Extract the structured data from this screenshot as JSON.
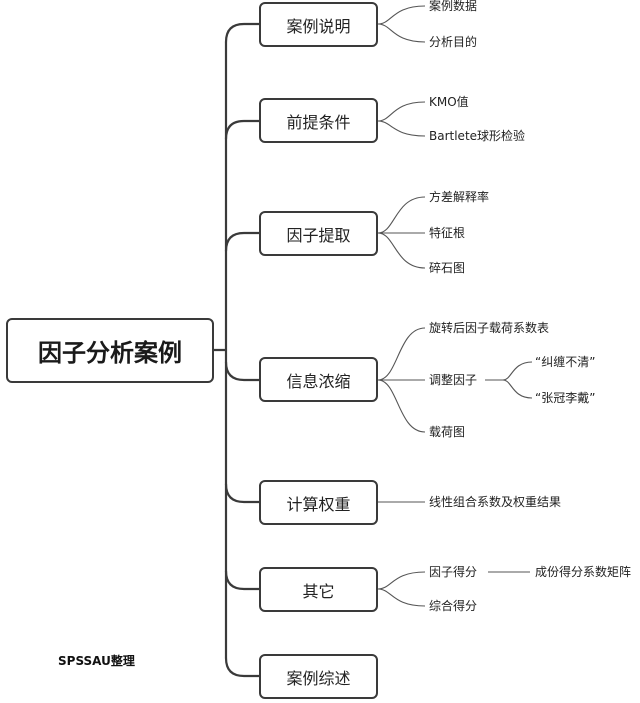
{
  "root": {
    "label": "因子分析案例"
  },
  "branches": [
    {
      "label": "案例说明",
      "children": [
        "案例数据",
        "分析目的"
      ]
    },
    {
      "label": "前提条件",
      "children": [
        "KMO值",
        "Bartlete球形检验"
      ]
    },
    {
      "label": "因子提取",
      "children": [
        "方差解释率",
        "特征根",
        "碎石图"
      ]
    },
    {
      "label": "信息浓缩",
      "children": [
        "旋转后因子载荷系数表",
        "调整因子",
        "载荷图"
      ],
      "grandchildren": [
        "“纠缠不清”",
        "“张冠李戴”"
      ]
    },
    {
      "label": "计算权重",
      "children": [
        "线性组合系数及权重结果"
      ]
    },
    {
      "label": "其它",
      "children": [
        "因子得分",
        "综合得分"
      ],
      "grandchild": "成份得分系数矩阵"
    },
    {
      "label": "案例综述",
      "children": []
    }
  ],
  "credit": "SPSSAU整理",
  "colors": {
    "line": "#3a3a3a",
    "thin_line": "#555555",
    "text": "#222222"
  }
}
